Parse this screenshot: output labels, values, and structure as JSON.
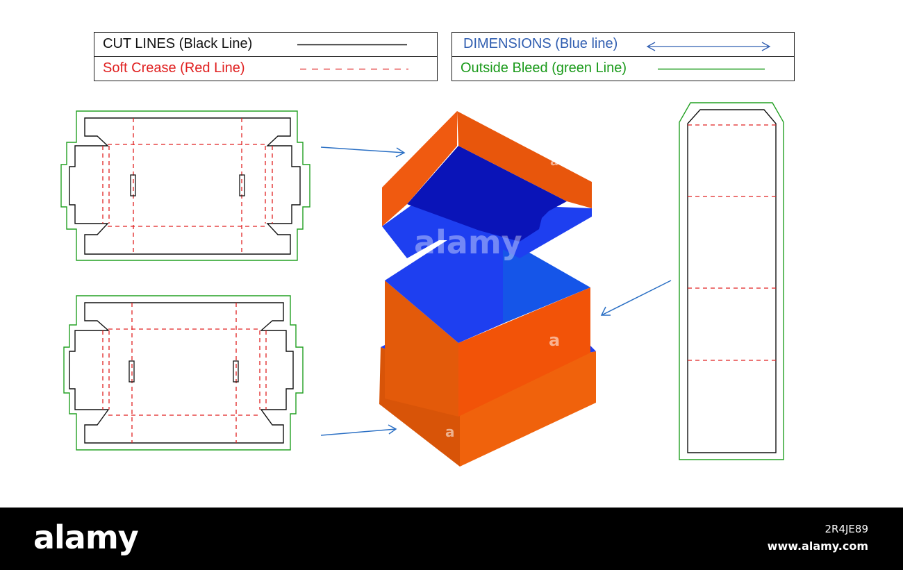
{
  "legend": {
    "left": [
      {
        "label": "CUT LINES (Black Line)",
        "color": "#111111",
        "style": "solid"
      },
      {
        "label": "Soft Crease (Red Line)",
        "color": "#e02020",
        "style": "dashed"
      }
    ],
    "right": [
      {
        "label": "DIMENSIONS (Blue line)",
        "color": "#2f5db0",
        "style": "double-arrow"
      },
      {
        "label": "Outside Bleed (green Line)",
        "color": "#1a9a1a",
        "style": "solid"
      }
    ]
  },
  "colors": {
    "cut": "#111111",
    "crease": "#e02020",
    "dimension": "#2a6fc4",
    "bleed": "#22a022",
    "box_orange_light": "#f05a10",
    "box_orange_dark": "#d85408",
    "box_blue": "#1e3ff0",
    "box_blue_dark": "#0a14b8",
    "box_blue_mid": "#1555e8"
  },
  "icons": [
    "arrow-right-icon",
    "arrow-left-icon"
  ],
  "watermark": {
    "center_text": "alamy",
    "small_text": "a",
    "bar_logo": "alamy",
    "image_id": "2R4JE89",
    "url": "www.alamy.com"
  }
}
